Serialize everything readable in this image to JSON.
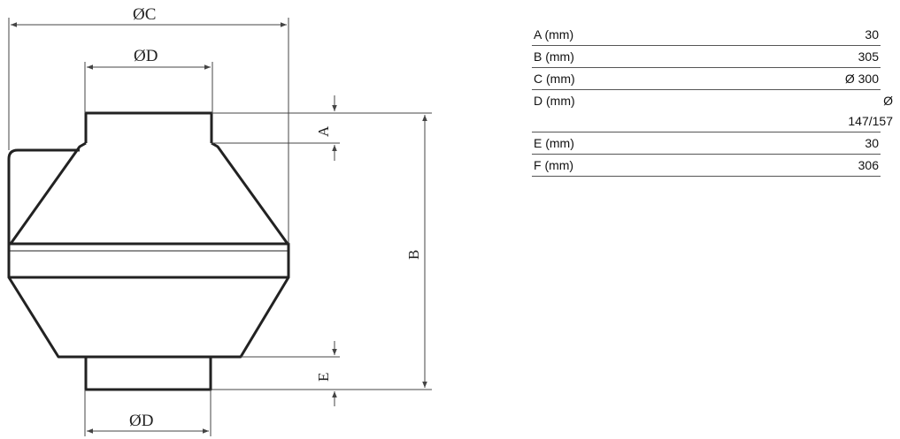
{
  "drawing": {
    "labels": {
      "c_top": "ØC",
      "d_top": "ØD",
      "d_bottom": "ØD",
      "a": "A",
      "b": "B",
      "e": "E"
    }
  },
  "table": {
    "rows": [
      {
        "label": "A (mm)",
        "value": "30"
      },
      {
        "label": "B (mm)",
        "value": "305"
      },
      {
        "label": "C (mm)",
        "value": "Ø 300"
      },
      {
        "label": "D (mm)",
        "value": "Ø 147/157"
      },
      {
        "label": "E (mm)",
        "value": "30"
      },
      {
        "label": "F (mm)",
        "value": "306"
      }
    ]
  },
  "colors": {
    "outline": "#222222",
    "dimension": "#444444",
    "table_rule": "#555555"
  }
}
